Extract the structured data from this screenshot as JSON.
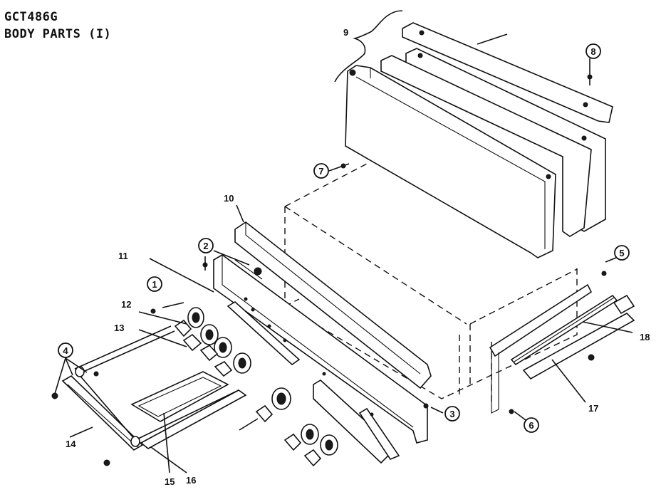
{
  "header": {
    "model": "GCT486G",
    "section": "BODY PARTS (I)"
  },
  "callouts": {
    "c1": "1",
    "c2": "2",
    "c3": "3",
    "c4": "4",
    "c5": "5",
    "c6": "6",
    "c7": "7",
    "c8": "8"
  },
  "labels": {
    "l9": "9",
    "l10": "10",
    "l11": "11",
    "l12": "12",
    "l13": "13",
    "l14": "14",
    "l15": "15",
    "l16": "16",
    "l17": "17",
    "l18": "18"
  }
}
